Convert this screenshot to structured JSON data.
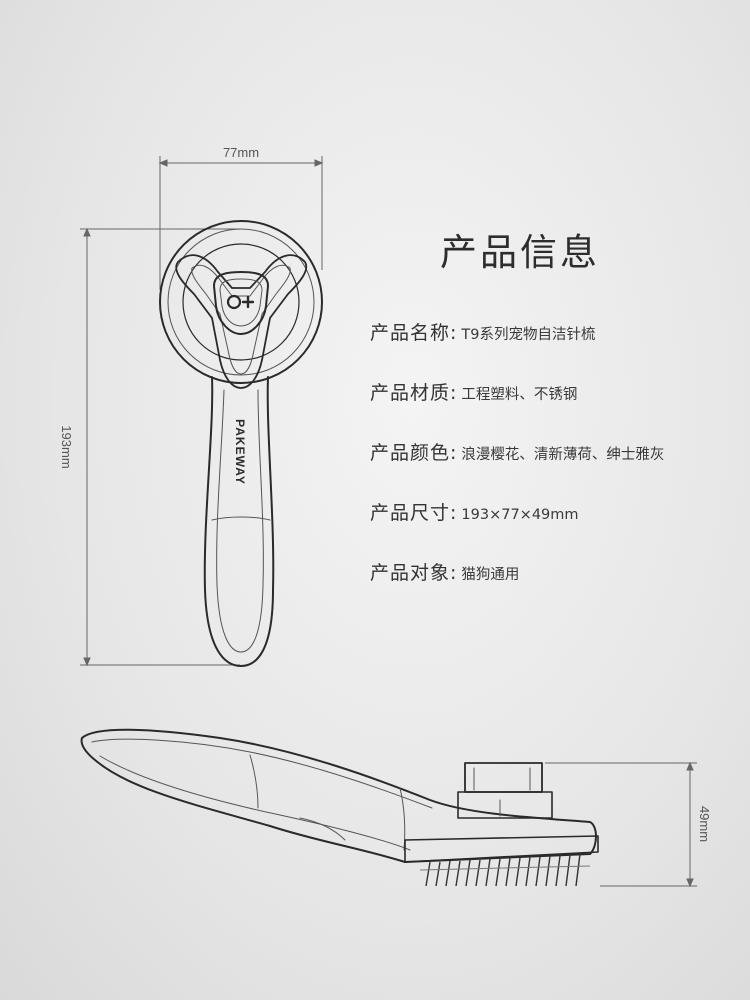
{
  "dimensions": {
    "width_label": "77mm",
    "height_label": "193mm",
    "depth_label": "49mm"
  },
  "brand_mark": "PAKEWAY",
  "title": "产品信息",
  "specs": [
    {
      "label": "产品名称:",
      "value": "T9系列宠物自洁针梳"
    },
    {
      "label": "产品材质:",
      "value": "工程塑料、不锈钢"
    },
    {
      "label": "产品颜色:",
      "value": "浪漫樱花、清新薄荷、绅士雅灰"
    },
    {
      "label": "产品尺寸:",
      "value": "193×77×49mm"
    },
    {
      "label": "产品对象:",
      "value": "猫狗通用"
    }
  ]
}
